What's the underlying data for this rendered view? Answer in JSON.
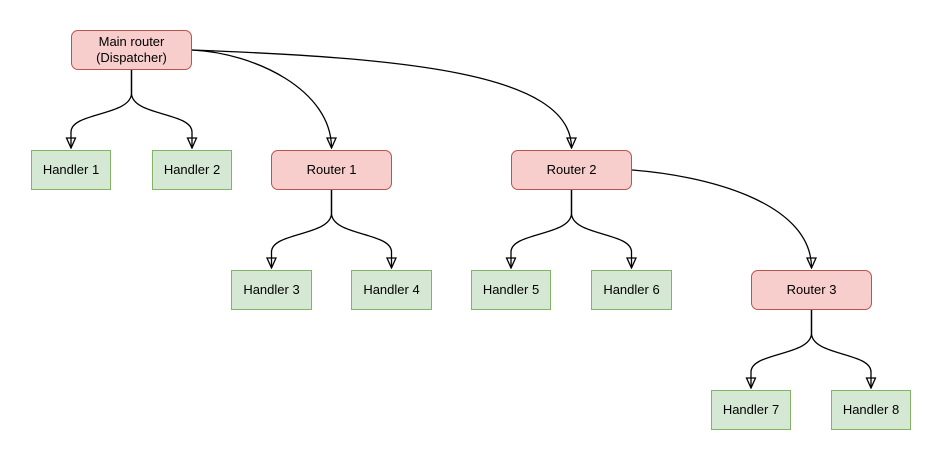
{
  "diagram": {
    "type": "tree",
    "colors": {
      "router_fill": "#f8cecc",
      "router_border": "#b85450",
      "handler_fill": "#d5e8d4",
      "handler_border": "#82b366",
      "edge_stroke": "#000000",
      "background": "#ffffff",
      "text": "#000000"
    },
    "nodes": [
      {
        "id": "main-router",
        "label": "Main router\n(Dispatcher)",
        "kind": "router"
      },
      {
        "id": "handler-1",
        "label": "Handler 1",
        "kind": "handler"
      },
      {
        "id": "handler-2",
        "label": "Handler 2",
        "kind": "handler"
      },
      {
        "id": "router-1",
        "label": "Router 1",
        "kind": "router"
      },
      {
        "id": "router-2",
        "label": "Router 2",
        "kind": "router"
      },
      {
        "id": "handler-3",
        "label": "Handler 3",
        "kind": "handler"
      },
      {
        "id": "handler-4",
        "label": "Handler 4",
        "kind": "handler"
      },
      {
        "id": "handler-5",
        "label": "Handler 5",
        "kind": "handler"
      },
      {
        "id": "handler-6",
        "label": "Handler 6",
        "kind": "handler"
      },
      {
        "id": "router-3",
        "label": "Router 3",
        "kind": "router"
      },
      {
        "id": "handler-7",
        "label": "Handler 7",
        "kind": "handler"
      },
      {
        "id": "handler-8",
        "label": "Handler 8",
        "kind": "handler"
      }
    ],
    "edges": [
      {
        "from": "main-router",
        "to": "handler-1"
      },
      {
        "from": "main-router",
        "to": "handler-2"
      },
      {
        "from": "main-router",
        "to": "router-1"
      },
      {
        "from": "main-router",
        "to": "router-2"
      },
      {
        "from": "router-1",
        "to": "handler-3"
      },
      {
        "from": "router-1",
        "to": "handler-4"
      },
      {
        "from": "router-2",
        "to": "handler-5"
      },
      {
        "from": "router-2",
        "to": "handler-6"
      },
      {
        "from": "router-2",
        "to": "router-3"
      },
      {
        "from": "router-3",
        "to": "handler-7"
      },
      {
        "from": "router-3",
        "to": "handler-8"
      }
    ]
  }
}
